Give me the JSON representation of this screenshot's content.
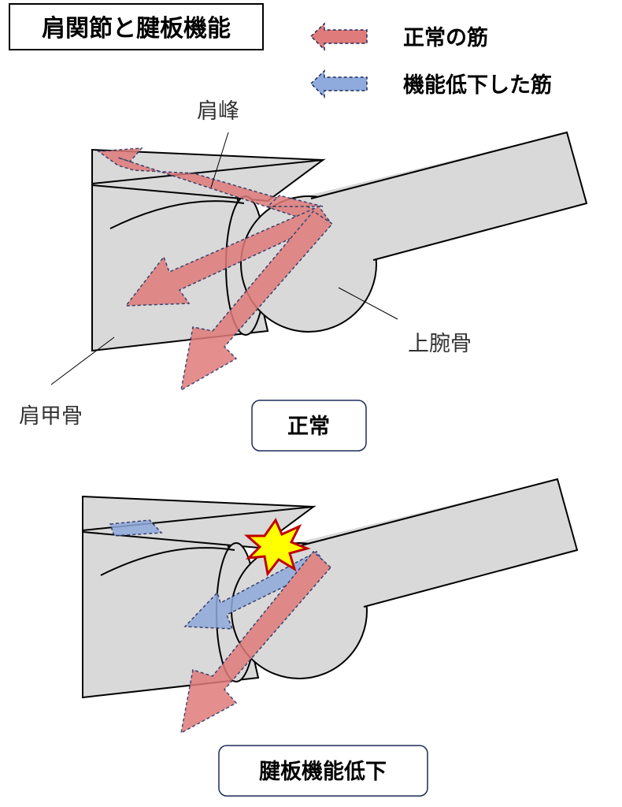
{
  "title": "肩関節と腱板機能",
  "legend": [
    {
      "label": "正常の筋",
      "color": "#e07b7b"
    },
    {
      "label": "機能低下した筋",
      "color": "#8faadc"
    }
  ],
  "labels": {
    "acromion": "肩峰",
    "humerus": "上腕骨",
    "scapula": "肩甲骨"
  },
  "panels": [
    {
      "caption": "正常"
    },
    {
      "caption": "腱板機能低下"
    }
  ],
  "colors": {
    "bone": "#d9d9d9",
    "normal": "#e07b7b",
    "weak": "#8faadc",
    "outline": "#1f2a5a",
    "impact": "#ffff00",
    "impact_border": "#c00000"
  }
}
